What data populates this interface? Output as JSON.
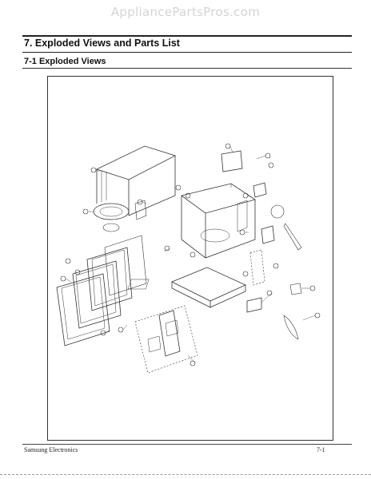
{
  "watermark": "AppliancePartsPros.com",
  "section_title": "7. Exploded Views and Parts List",
  "subsection_title": "7-1 Exploded Views",
  "footer": {
    "left": "Samsung Electronics",
    "right": "7-1"
  },
  "colors": {
    "ink": "#222222",
    "watermark": "#d4d4d4"
  }
}
